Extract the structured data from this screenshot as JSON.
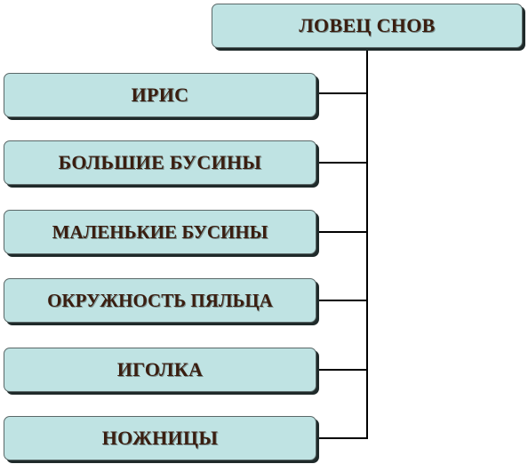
{
  "root": {
    "label": "ЛОВЕЦ СНОВ"
  },
  "children": [
    {
      "label": "ИРИС"
    },
    {
      "label": "БОЛЬШИЕ  БУСИНЫ"
    },
    {
      "label": "МАЛЕНЬКИЕ  БУСИНЫ"
    },
    {
      "label": "ОКРУЖНОСТЬ  ПЯЛЬЦА"
    },
    {
      "label": "ИГОЛКА"
    },
    {
      "label": "НОЖНИЦЫ"
    }
  ],
  "colors": {
    "box_fill": "#bfe3e3",
    "text": "#3a1e10",
    "connector": "#000000"
  }
}
